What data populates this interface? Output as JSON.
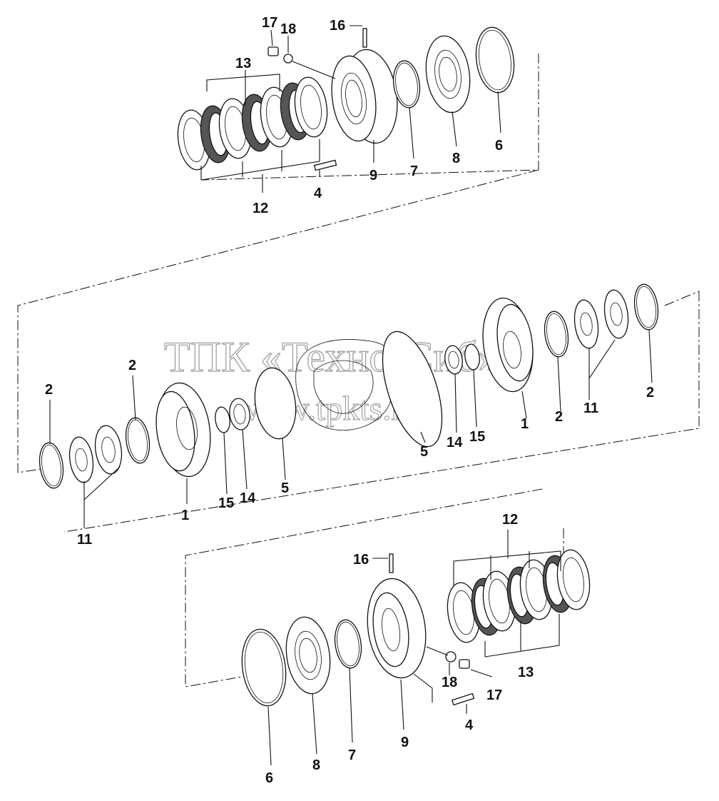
{
  "watermark": {
    "line1": "ТПК «Техно-Сиб»",
    "line2": "www.tpkts.ru"
  },
  "callouts": {
    "top": {
      "c17": "17",
      "c18": "18",
      "c16": "16",
      "c13": "13",
      "c12": "12",
      "c4": "4",
      "c9": "9",
      "c7": "7",
      "c8": "8",
      "c6": "6"
    },
    "middle": {
      "c2a": "2",
      "c2b": "2",
      "c11a": "11",
      "c1a": "1",
      "c15a": "15",
      "c14a": "14",
      "c5a": "5",
      "c5b": "5",
      "c14b": "14",
      "c15b": "15",
      "c1b": "1",
      "c2c": "2",
      "c11b": "11",
      "c2d": "2"
    },
    "bottom": {
      "c12": "12",
      "c16": "16",
      "c13": "13",
      "c18": "18",
      "c17": "17",
      "c4": "4",
      "c9": "9",
      "c7": "7",
      "c8": "8",
      "c6": "6"
    }
  }
}
